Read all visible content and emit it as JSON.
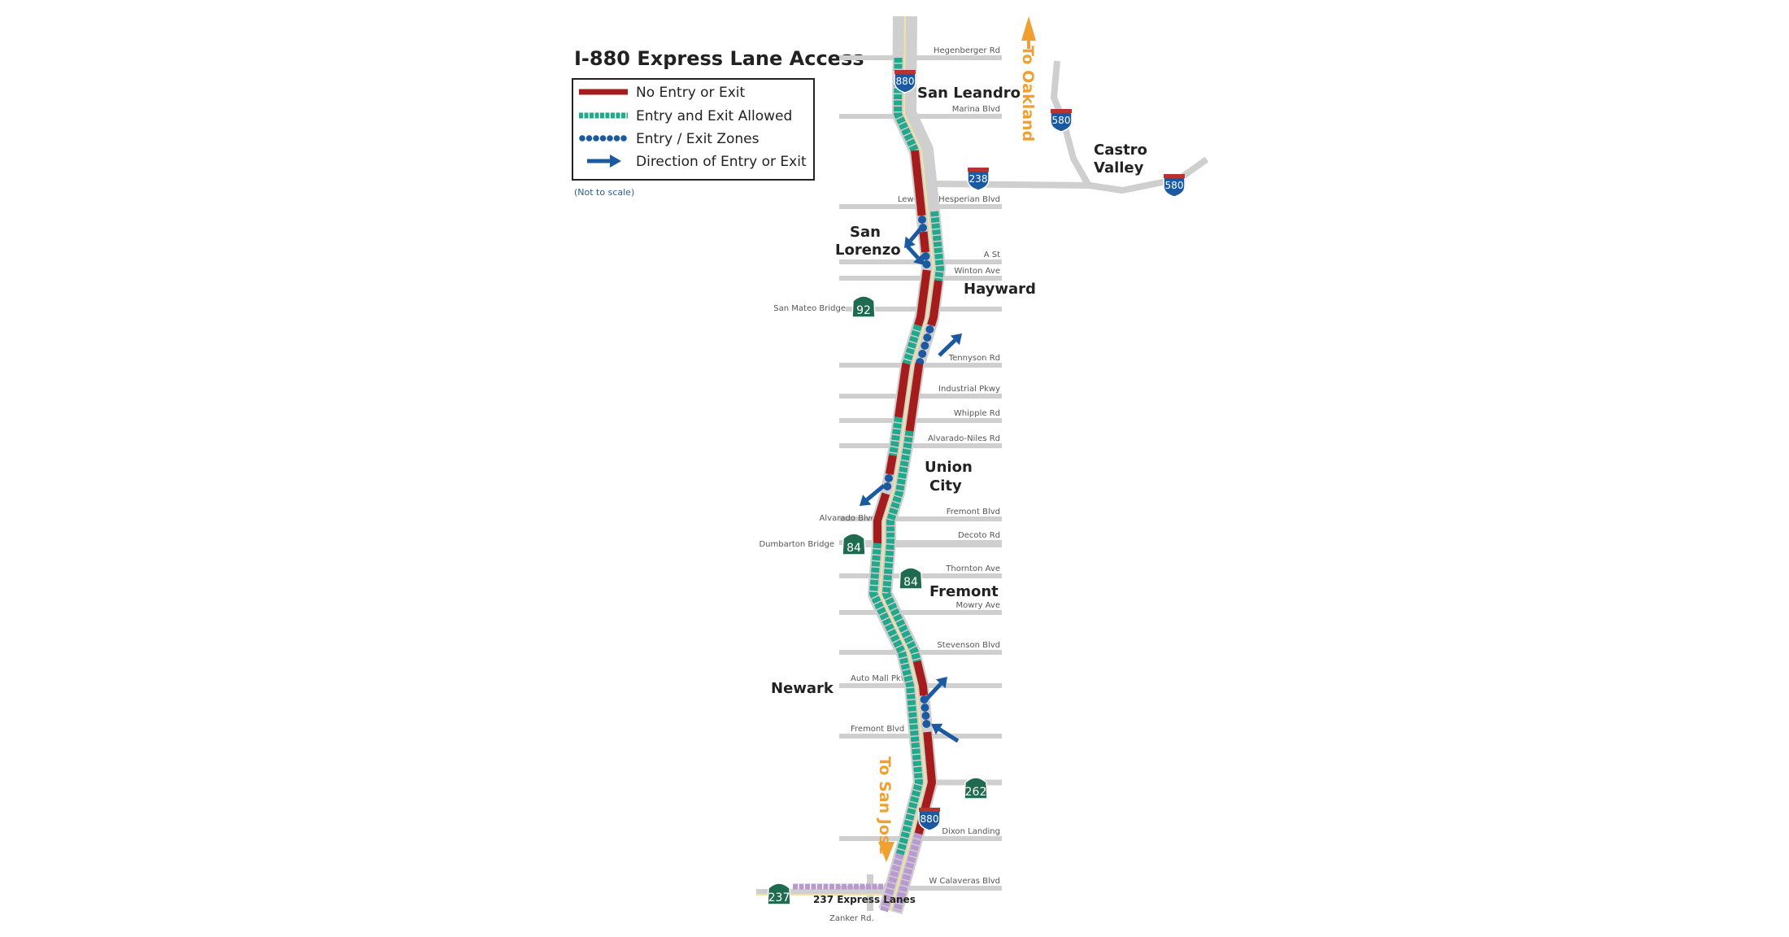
{
  "title": "I-880 Express Lane Access",
  "legend": [
    {
      "label": "No Entry or Exit",
      "symbol": "solid-line",
      "color": "#a51c1c"
    },
    {
      "label": "Entry and Exit Allowed",
      "symbol": "dashed-line",
      "color": "#22a88a"
    },
    {
      "label": "Entry / Exit Zones",
      "symbol": "dots",
      "color": "#1b5aa0"
    },
    {
      "label": "Direction of Entry or Exit",
      "symbol": "arrow",
      "color": "#1b5aa0"
    }
  ],
  "note": "(Not to scale)",
  "colors": {
    "no_entry": "#a51c1c",
    "allowed": "#22a88a",
    "zones": "#1b5aa0",
    "express_237": "#b89ad0",
    "road": "#cfcfcf",
    "direction_text": "#f0a030",
    "shield_green": "#1e6b4f",
    "shield_blue": "#1b5aa0"
  },
  "streets_right": [
    "Hegenberger Rd",
    "Marina Blvd",
    "Lewelling/Hesperian Blvd",
    "A St",
    "Winton Ave",
    "Tennyson Rd",
    "Industrial Pkwy",
    "Whipple Rd",
    "Alvarado-Niles Rd",
    "Fremont Blvd",
    "Decoto Rd",
    "Thornton Ave",
    "Mowry Ave",
    "Stevenson Blvd",
    "Dixon Landing",
    "W Calaveras Blvd"
  ],
  "streets_left": [
    "San Mateo Bridge",
    "Alvarado Blvd",
    "Dumbarton Bridge",
    "Auto Mall Pkwy",
    "Fremont Blvd",
    "Zanker Rd."
  ],
  "cities": [
    "San Leandro",
    "Castro",
    "Valley",
    "San",
    "Lorenzo",
    "Hayward",
    "Union",
    "City",
    "Fremont",
    "Newark"
  ],
  "directions": {
    "north": "To Oakland",
    "south": "To San Jose"
  },
  "express_237_label": "237 Express Lanes",
  "shields": {
    "i880": "880",
    "i580": "580",
    "i238": "238",
    "sr92": "92",
    "sr84": "84",
    "sr262": "262",
    "sr237": "237"
  }
}
